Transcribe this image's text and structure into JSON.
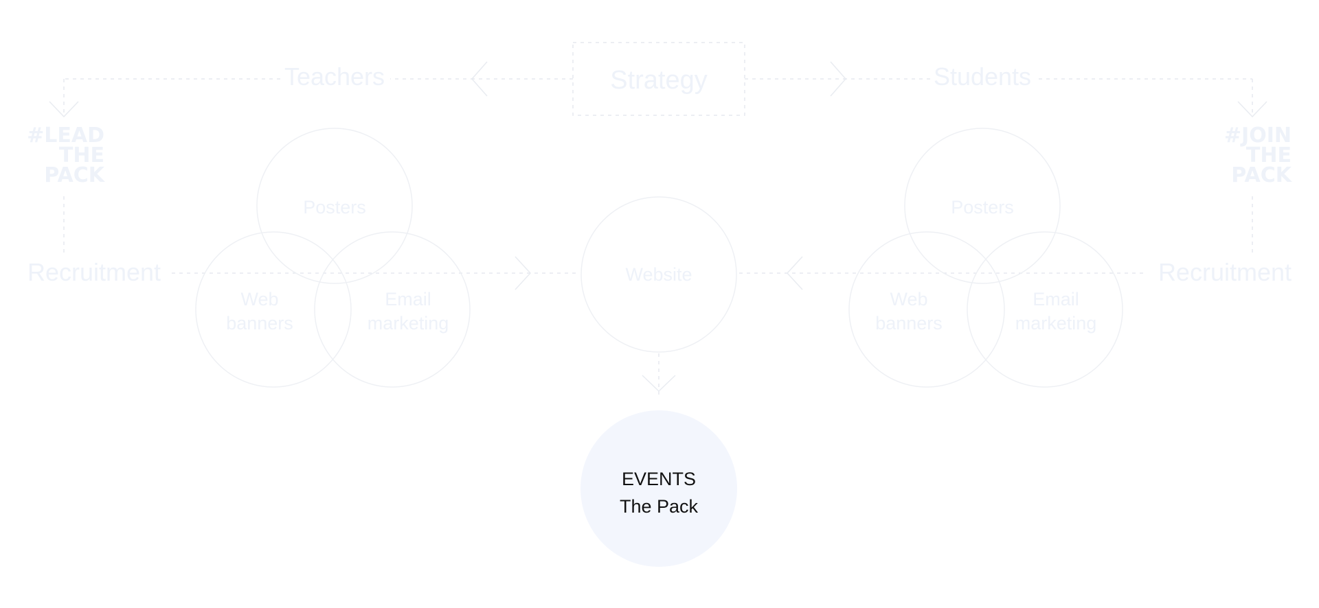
{
  "strategy": "Strategy",
  "teachers": "Teachers",
  "students": "Students",
  "left_hashtag": [
    "#LEAD",
    "THE",
    "PACK"
  ],
  "right_hashtag": [
    "#JOIN",
    "THE",
    "PACK"
  ],
  "recruitment_left": "Recruitment",
  "recruitment_right": "Recruitment",
  "left_cluster": {
    "posters": "Posters",
    "web_banners": [
      "Web",
      "banners"
    ],
    "email_marketing": [
      "Email",
      "marketing"
    ]
  },
  "right_cluster": {
    "posters": "Posters",
    "web_banners": [
      "Web",
      "banners"
    ],
    "email_marketing": [
      "Email",
      "marketing"
    ]
  },
  "website": "Website",
  "events": {
    "line1": "EVENTS",
    "line2": "The Pack",
    "fill_color": "#f3f6fd"
  },
  "colors": {
    "faded_text": "#eef2f9",
    "faded_line": "#e6e9ef",
    "active_text": "#111111"
  }
}
